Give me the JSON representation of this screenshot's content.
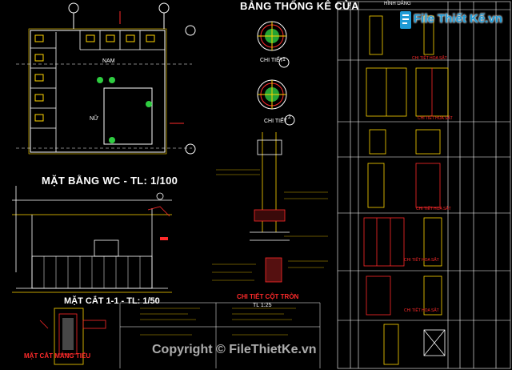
{
  "drawing": {
    "plan_title": "MẶT BẰNG WC - TL: 1/100",
    "section_title": "MẶT CẮT 1-1 - TL: 1/50",
    "bottom_left_title": "MẶT CẮT MÁNG TIỂU",
    "door_table_title": "BẢNG THỐNG KÊ CỬA",
    "room_nam": "NAM",
    "room_nu": "NỮ",
    "detail_1_label": "CHI TIẾT",
    "detail_1_num": "1",
    "detail_2_label": "CHI TIẾT",
    "detail_2_num": "2",
    "column_detail_title": "CHI TIẾT CỘT TRÒN",
    "column_detail_scale": "TL 1:25"
  },
  "table": {
    "header_label": "HÌNH DÁNG",
    "row_captions": [
      "CHI TIẾT HOA SẮT",
      "CHI TIẾT HOA SẮT",
      "CHI TIẾT HOA SẮT",
      "CHI TIẾT HOA SẮT",
      "CHI TIẾT HOA SẮT"
    ]
  },
  "watermark": {
    "logo_text": "File Thiết Kế.vn",
    "copyright": "Copyright © FileThietKe.vn"
  },
  "colors": {
    "background": "#000000",
    "line": "#ffffff",
    "accent_red": "#ff2a2a",
    "accent_yellow": "#ffd500",
    "accent_green": "#2ecc40",
    "accent_cyan": "#39c6ff",
    "logo_blue": "#1f9bd6"
  }
}
